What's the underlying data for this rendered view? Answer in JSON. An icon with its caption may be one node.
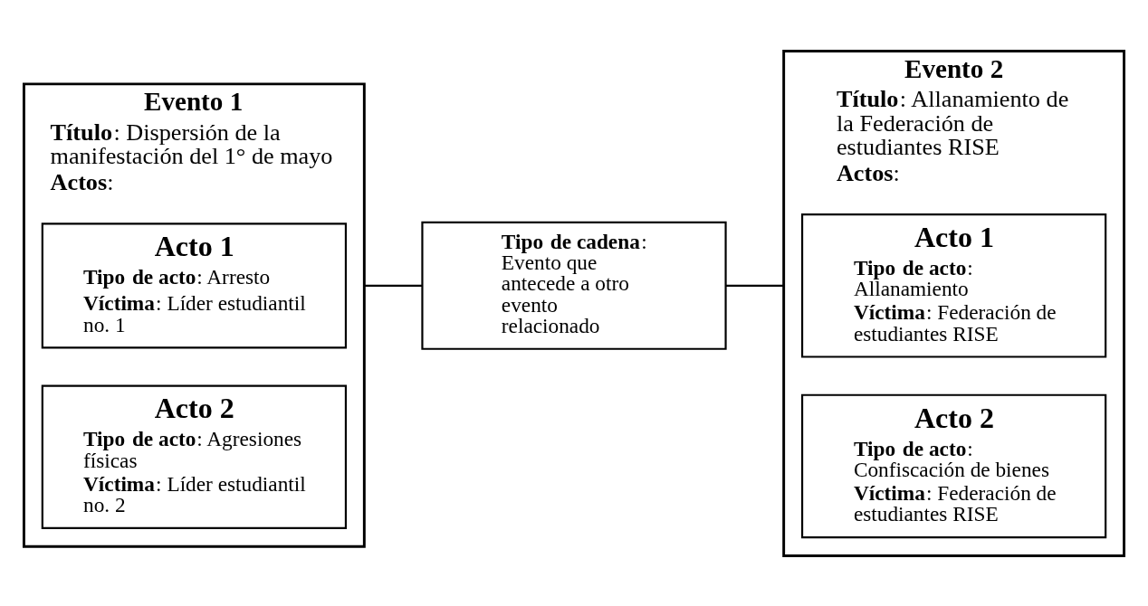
{
  "diagram": {
    "nodes": [
      {
        "text": [
          "Evento 1",
          "**Título**: Dispersión de la manifestación del 1° de mayo",
          "**Actos**:"
        ]
      },
      {
        "text": [
          "Acto 1",
          "**Tipo de acto**: Arresto",
          "**Víctima**: Líder estudiantil no. 1"
        ],
        "in": 0
      },
      {
        "text": [
          "Acto 2",
          "**Tipo de acto**: Agresiones físicas",
          "**Víctima**: Líder estudiantil no. 2"
        ],
        "in": 0
      },
      {
        "text": [
          "**Tipo de cadena**: Evento que antecede a otro evento relacionado"
        ]
      },
      {
        "text": [
          "Evento 2",
          "**Título**: Allanamiento de la Federación de estudiantes RISE",
          "**Actos**:"
        ]
      },
      {
        "text": [
          "Acto 1",
          "**Tipo de acto**: Allanamiento",
          "**Víctima**: Federación de estudiantes RISE"
        ],
        "in": 4
      },
      {
        "text": [
          "Acto 2",
          "**Tipo de acto**: Confiscación de bienes",
          "**Víctima**: Federación de estudiantes RISE"
        ],
        "in": 4
      }
    ],
    "edges": [
      {
        "from": 0,
        "to": 3,
        "arrow": "none"
      },
      {
        "from": 3,
        "to": 4,
        "arrow": "none"
      }
    ]
  }
}
